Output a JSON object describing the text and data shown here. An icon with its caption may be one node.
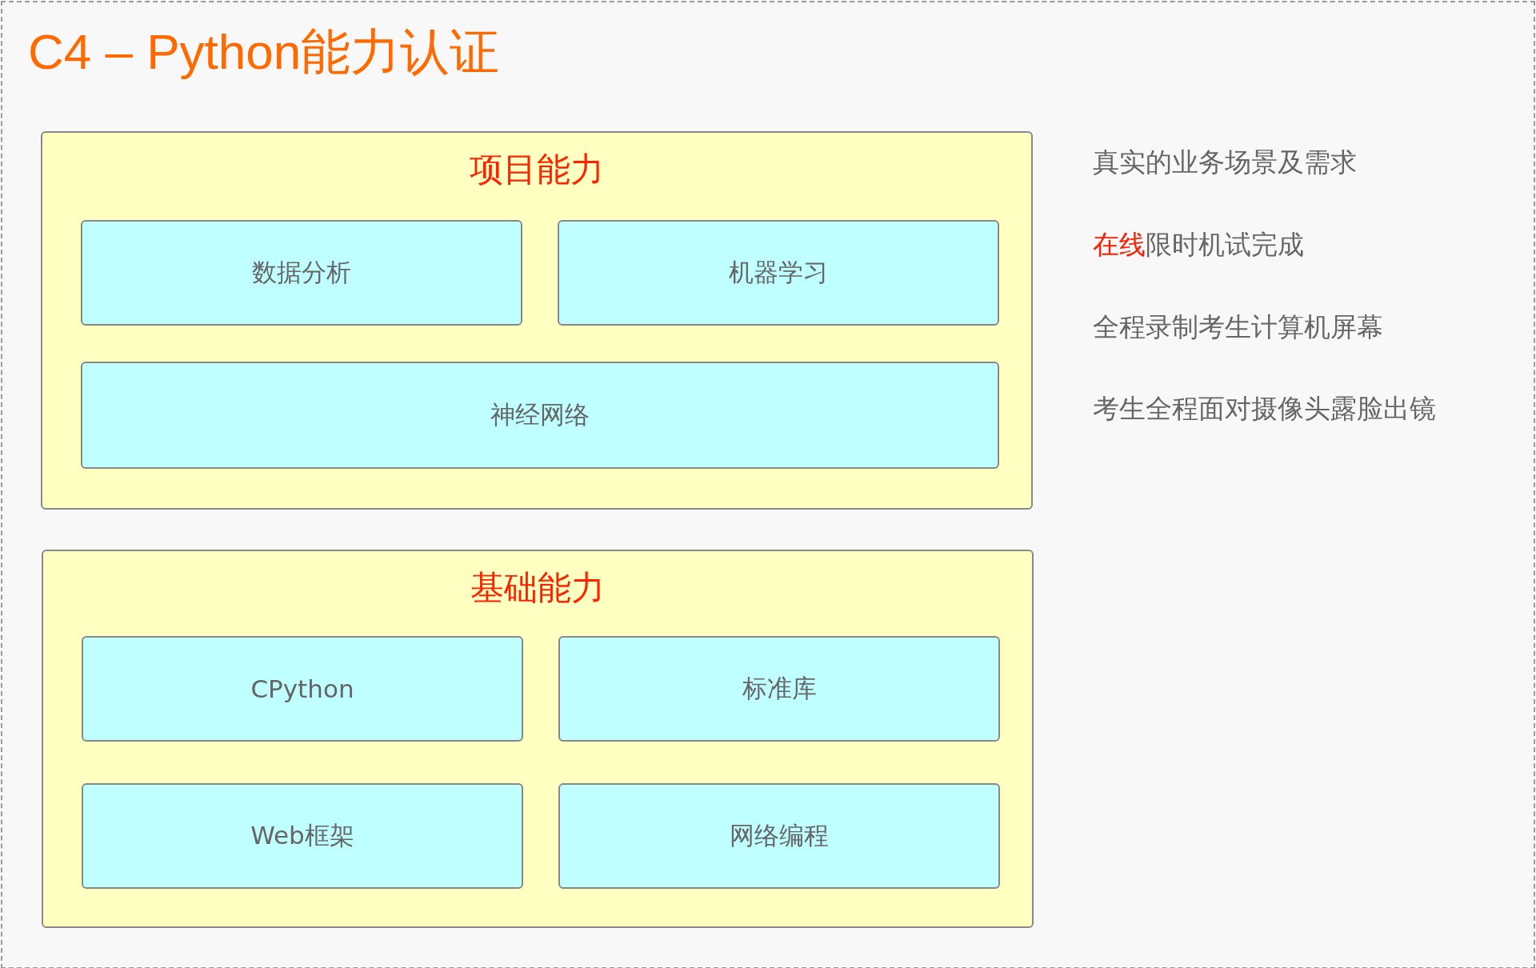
{
  "diagram": {
    "title": "C4 – Python能力认证",
    "nodes": [
      {
        "text": [
          "项目能力"
        ]
      },
      {
        "text": [
          "数据分析"
        ],
        "in": 0
      },
      {
        "text": [
          "机器学习"
        ],
        "in": 0
      },
      {
        "text": [
          "神经网络"
        ],
        "in": 0
      },
      {
        "text": [
          "基础能力"
        ]
      },
      {
        "text": [
          "CPython"
        ],
        "in": 4
      },
      {
        "text": [
          "标准库"
        ],
        "in": 4
      },
      {
        "text": [
          "Web框架"
        ],
        "in": 4
      },
      {
        "text": [
          "网络编程"
        ],
        "in": 4
      }
    ],
    "edges": [],
    "labels": [
      "真实的业务场景及需求",
      "**在线**限时机试完成",
      "全程录制考生计算机屏幕",
      "考生全程面对摄像头露脸出镜"
    ]
  }
}
